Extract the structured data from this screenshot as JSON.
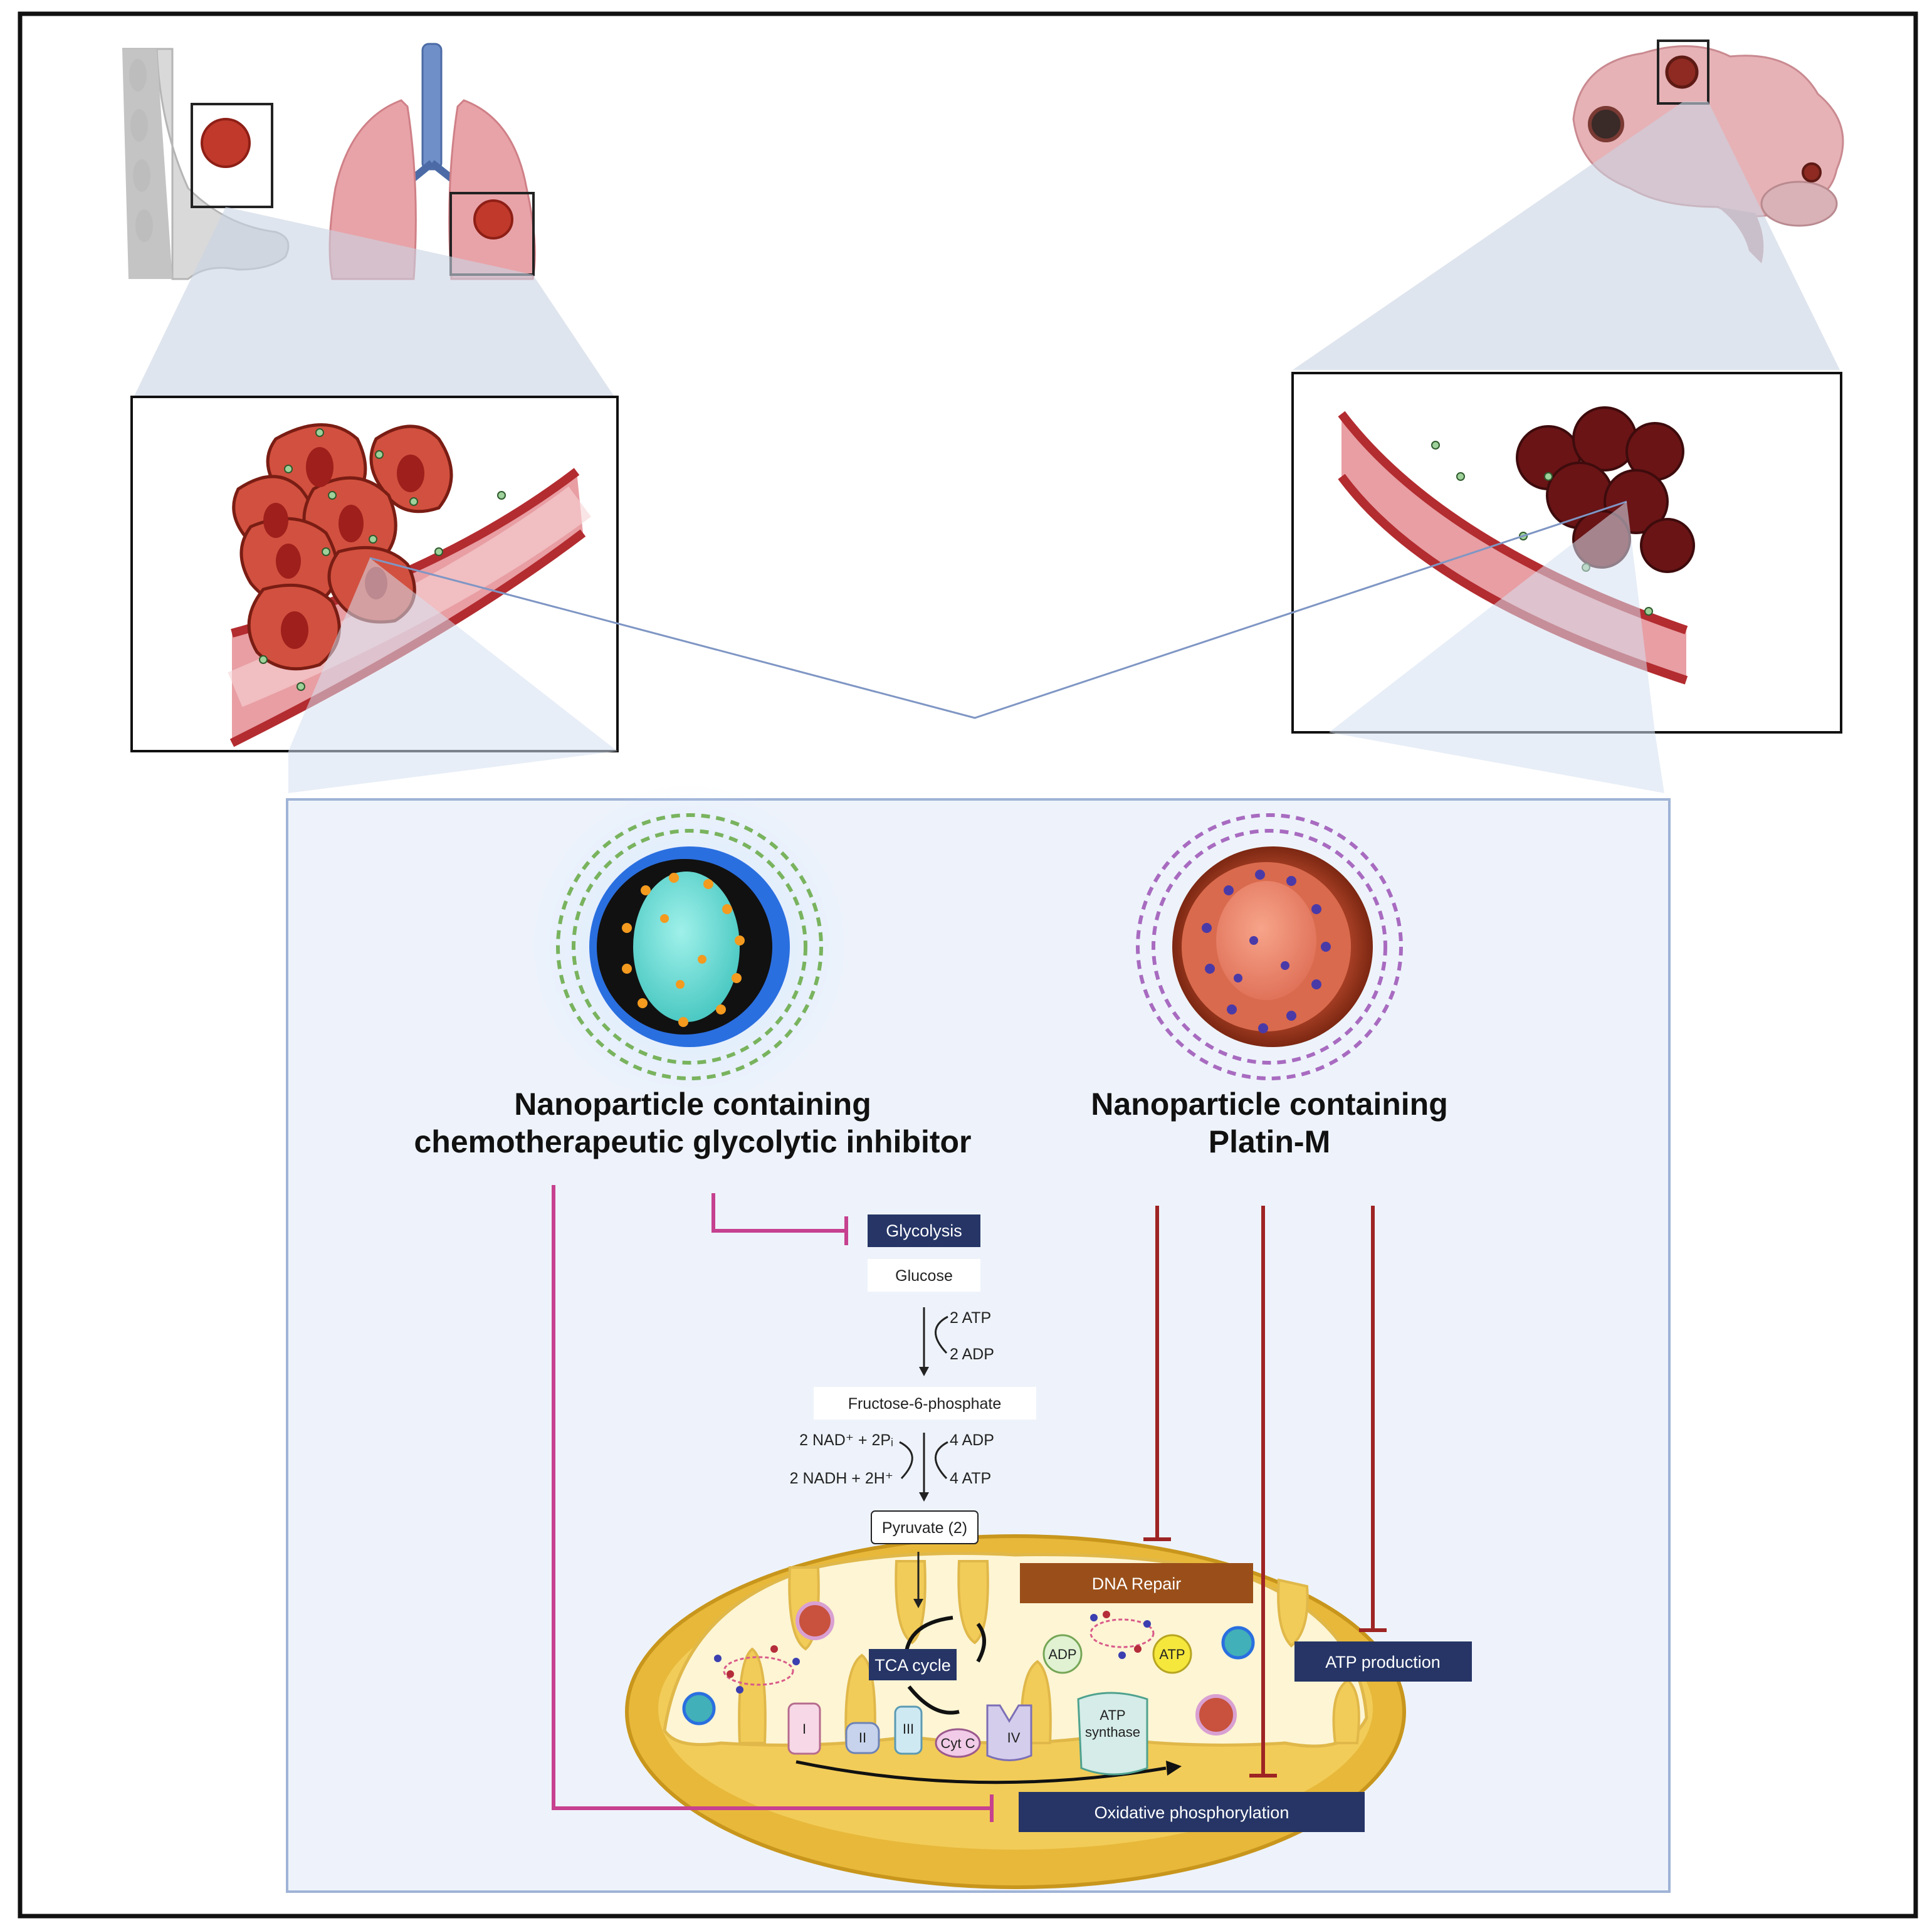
{
  "figure": {
    "left_np_title_line1": "Nanoparticle containing",
    "left_np_title_line2": "chemotherapeutic glycolytic inhibitor",
    "right_np_title_line1": "Nanoparticle containing",
    "right_np_title_line2": "Platin-M"
  },
  "pathway": {
    "glycolysis": "Glycolysis",
    "glucose": "Glucose",
    "atp_in": "2 ATP",
    "adp_out": "2 ADP",
    "f6p": "Fructose-6-phosphate",
    "nad_in": "2 NAD⁺ + 2Pᵢ",
    "nadh_out": "2 NADH + 2H⁺",
    "adp4_in": "4 ADP",
    "atp4_out": "4 ATP",
    "pyruvate": "Pyruvate (2)"
  },
  "mito": {
    "tca": "TCA cycle",
    "dna_repair": "DNA Repair",
    "atp_production": "ATP production",
    "oxphos": "Oxidative phosphorylation",
    "adp": "ADP",
    "atp": "ATP",
    "atp_synthase_1": "ATP",
    "atp_synthase_2": "synthase",
    "complex_1": "I",
    "complex_2": "II",
    "complex_3": "III",
    "cyt_c": "Cyt C",
    "complex_4": "IV"
  },
  "colors": {
    "navy_box": "#263566",
    "dna_repair_box": "#9a4f1a",
    "inhibitor_magenta": "#c6418f",
    "inhibitor_darkred": "#9e2424",
    "panel_fill": "#eef3fb",
    "panel_border": "#9fb3d6",
    "mito_outer": "#e7b83a",
    "mito_inner": "#fdf5d4"
  }
}
